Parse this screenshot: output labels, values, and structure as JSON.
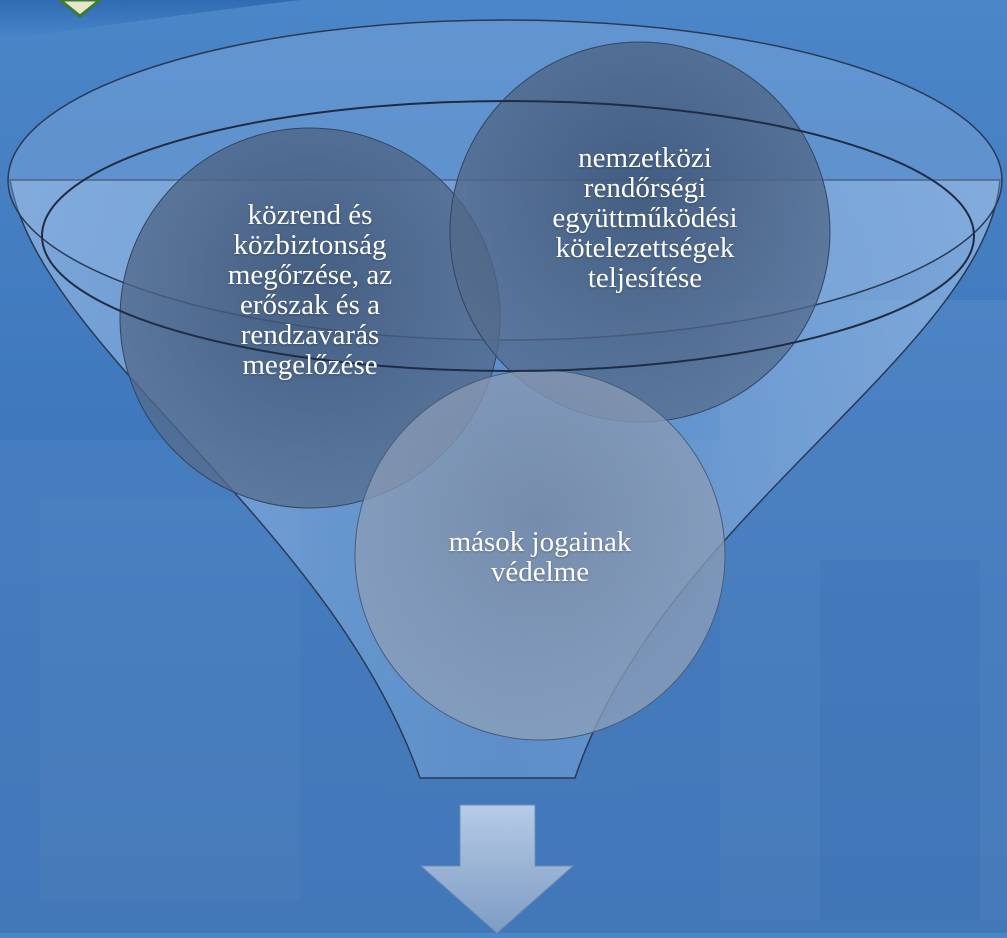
{
  "diagram": {
    "type": "funnel",
    "circles": [
      {
        "id": "kozrend",
        "label": "közrend és\nközbiztonság\nmegőrzése, az\nerőszak és a\nrendzavarás\nmegelőzése"
      },
      {
        "id": "nemzetkozi",
        "label": "nemzetközi\nrendőrségi\negyüttműködési\nkötelezettségek\nteljesítése"
      },
      {
        "id": "masok",
        "label": "mások jogainak\nvédelme"
      }
    ],
    "output_arrow": "down-arrow"
  },
  "colors": {
    "background": "#4680c4",
    "funnel_fill": "#7aa6d8",
    "circle_fill": "#4a5f7e",
    "arrow_fill": "#9ab4d4",
    "text": "#ffffff"
  }
}
